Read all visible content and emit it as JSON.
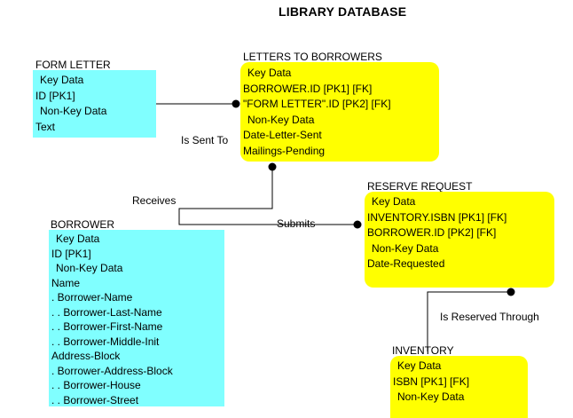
{
  "title": "LIBRARY DATABASE",
  "entities": {
    "form_letter": {
      "name": "FORM LETTER",
      "rows": [
        "Key Data",
        "ID   [PK1]",
        "Non-Key Data",
        "Text"
      ]
    },
    "letters_to_borrowers": {
      "name": "LETTERS TO BORROWERS",
      "rows": [
        "Key Data",
        "BORROWER.ID   [PK1]  [FK]",
        "\"FORM LETTER\".ID    [PK2]  [FK]",
        "Non-Key Data",
        "Date-Letter-Sent",
        "Mailings-Pending"
      ]
    },
    "reserve_request": {
      "name": "RESERVE REQUEST",
      "rows": [
        "Key Data",
        "INVENTORY.ISBN   [PK1]  [FK]",
        "BORROWER.ID   [PK2]  [FK]",
        "Non-Key Data",
        "Date-Requested"
      ]
    },
    "borrower": {
      "name": "BORROWER",
      "rows": [
        "Key Data",
        "ID   [PK1]",
        "Non-Key Data",
        "Name",
        ". Borrower-Name",
        ". . Borrower-Last-Name",
        ". . Borrower-First-Name",
        ". . Borrower-Middle-Init",
        "Address-Block",
        ". Borrower-Address-Block",
        ". . Borrower-House",
        ". . Borrower-Street"
      ]
    },
    "inventory": {
      "name": "INVENTORY",
      "rows": [
        "Key Data",
        "ISBN    [PK1]  [FK]",
        "Non-Key Data"
      ]
    }
  },
  "relationships": {
    "is_sent_to": "Is Sent To",
    "receives": "Receives",
    "submits": "Submits",
    "is_reserved_through": "Is Reserved Through"
  },
  "colors": {
    "cyan_entity": "#80ffff",
    "yellow_entity": "#ffff00"
  }
}
